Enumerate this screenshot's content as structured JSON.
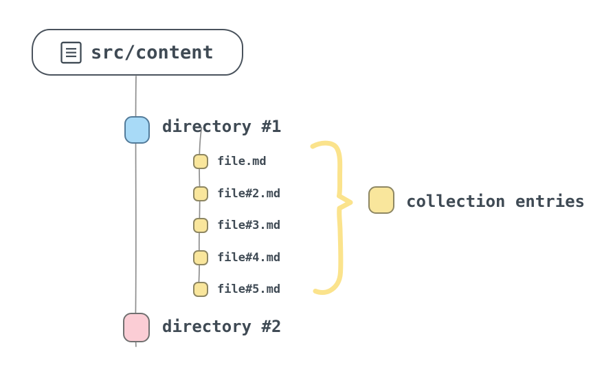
{
  "diagram": {
    "root": {
      "label": "src/content",
      "icon": "document-icon"
    },
    "directories": [
      {
        "label": "directory #1",
        "color": "blue"
      },
      {
        "label": "directory #2",
        "color": "pink"
      }
    ],
    "files": [
      {
        "label": "file.md"
      },
      {
        "label": "file#2.md"
      },
      {
        "label": "file#3.md"
      },
      {
        "label": "file#4.md"
      },
      {
        "label": "file#5.md"
      }
    ],
    "legend": {
      "label": "collection entries",
      "swatch_color": "yellow"
    }
  },
  "colors": {
    "ink": "#3f4a54",
    "line": "#8d8d8d",
    "box-border": "#49525c",
    "blue-fill": "#a8daf7",
    "blue-border": "#527a99",
    "yellow-fill": "#f9e69c",
    "yellow-border": "#8d8662",
    "pink-fill": "#fbcdd5",
    "pink-border": "#707070",
    "brace": "#fbe38c",
    "bg": "#ffffff"
  }
}
